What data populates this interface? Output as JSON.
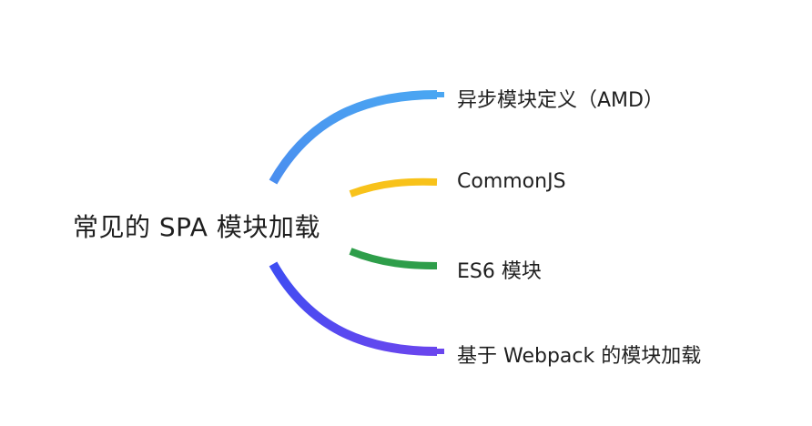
{
  "mindmap": {
    "root": {
      "label": "常见的 SPA 模块加载"
    },
    "branches": [
      {
        "label": "异步模块定义（AMD）",
        "color": "#4D8FEF"
      },
      {
        "label": "CommonJS",
        "color": "#F8C21A"
      },
      {
        "label": "ES6 模块",
        "color": "#2E9E4A"
      },
      {
        "label": "基于 Webpack 的模块加载",
        "color": "#4E46F0"
      }
    ]
  }
}
